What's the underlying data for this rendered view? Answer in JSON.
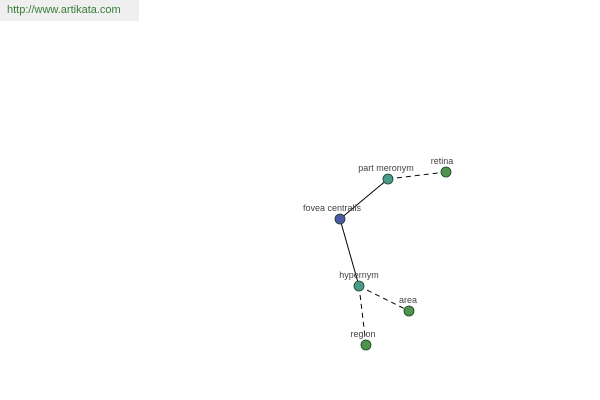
{
  "header": {
    "url": "http://www.artikata.com"
  },
  "colors": {
    "center_node": "#4a5aa8",
    "relation_node": "#4a9a8a",
    "term_node": "#4e944e",
    "link_text": "#3a7d3a"
  },
  "graph": {
    "nodes": {
      "fovea": {
        "label": "fovea centralis",
        "kind": "center"
      },
      "part_meronym": {
        "label": "part meronym",
        "kind": "relation"
      },
      "retina": {
        "label": "retina",
        "kind": "term"
      },
      "hypernym": {
        "label": "hypernym",
        "kind": "relation"
      },
      "area": {
        "label": "area",
        "kind": "term"
      },
      "region": {
        "label": "region",
        "kind": "term"
      }
    },
    "edges": [
      {
        "from": "fovea",
        "to": "part_meronym",
        "style": "solid"
      },
      {
        "from": "part_meronym",
        "to": "retina",
        "style": "dashed"
      },
      {
        "from": "fovea",
        "to": "hypernym",
        "style": "solid"
      },
      {
        "from": "hypernym",
        "to": "area",
        "style": "dashed"
      },
      {
        "from": "hypernym",
        "to": "region",
        "style": "dashed"
      }
    ]
  }
}
